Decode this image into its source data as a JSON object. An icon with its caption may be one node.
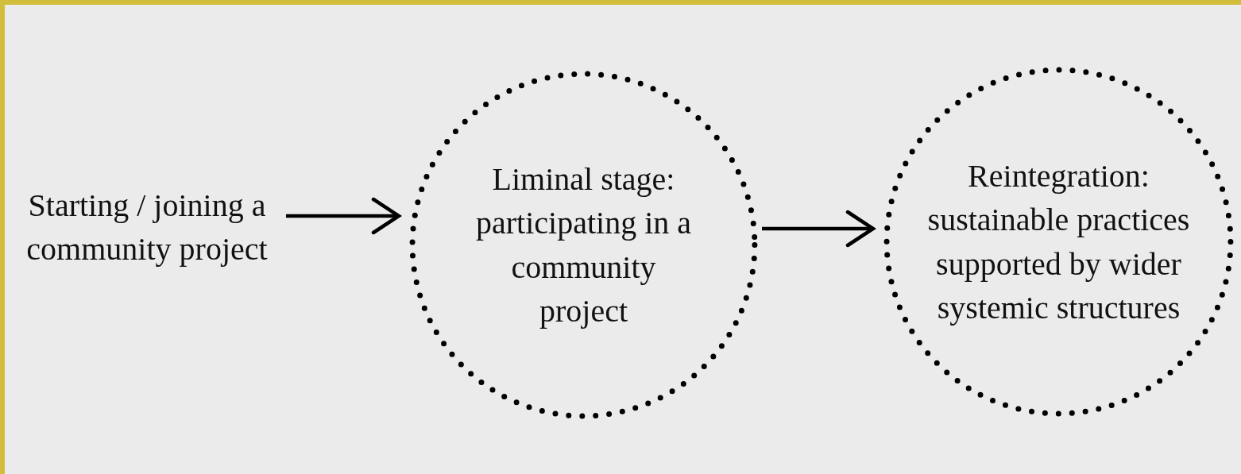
{
  "diagram": {
    "nodes": [
      {
        "text": [
          "Starting / joining a community project"
        ]
      },
      {
        "text": [
          "Liminal stage: participating in a community project"
        ]
      },
      {
        "text": [
          "Reintegration: sustainable practices supported by wider systemic structures"
        ]
      }
    ],
    "edges": [
      {
        "from": 0,
        "to": 1,
        "arrow": "to"
      },
      {
        "from": 1,
        "to": 2,
        "arrow": "to"
      }
    ]
  }
}
